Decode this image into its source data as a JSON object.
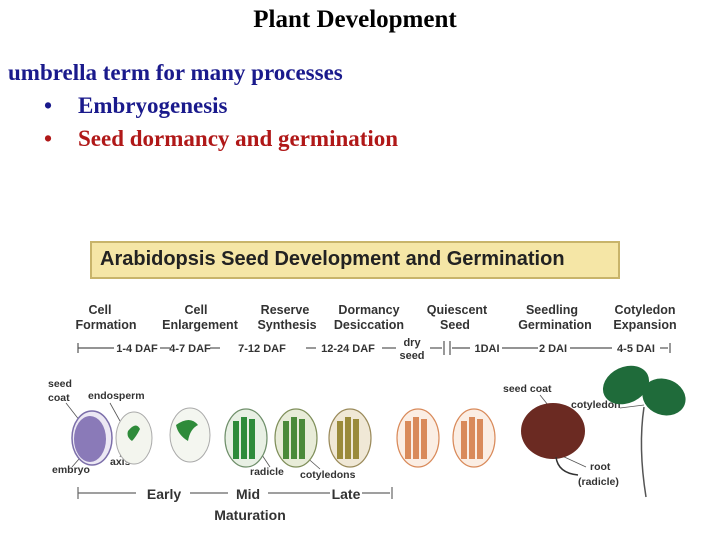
{
  "slide": {
    "title": "Plant Development",
    "subtitle": "umbrella term for many processes",
    "bullets": [
      {
        "marker": "•",
        "text": "Embryogenesis"
      },
      {
        "marker": "•",
        "text": "Seed dormancy and germination"
      }
    ]
  },
  "figure": {
    "title": "Arabidopsis Seed Development and Germination",
    "stages": [
      {
        "line1": "Cell",
        "line2": "Formation"
      },
      {
        "line1": "Cell",
        "line2": "Enlargement"
      },
      {
        "line1": "Reserve",
        "line2": "Synthesis"
      },
      {
        "line1": "Dormancy",
        "line2": "Desiccation"
      },
      {
        "line1": "Quiescent",
        "line2": "Seed"
      },
      {
        "line1": "Seedling",
        "line2": "Germination"
      },
      {
        "line1": "Cotyledon",
        "line2": "Expansion"
      }
    ],
    "timeline": {
      "t1": "1-4 DAF",
      "t2": "4-7 DAF",
      "t3": "7-12 DAF",
      "t4": "12-24 DAF",
      "dry1": "dry",
      "dry2": "seed",
      "t5": "1DAI",
      "t6": "2 DAI",
      "t7": "4-5 DAI"
    },
    "labels": {
      "seed_coat_1": "seed",
      "seed_coat_2": "coat",
      "endosperm": "endosperm",
      "embryo": "embryo",
      "axis": "axis",
      "radicle": "radicle",
      "cotyledons": "cotyledons",
      "seed_coat_right": "seed coat",
      "cotyledon_right": "cotyledon",
      "root": "root",
      "radicle_paren": "(radicle)"
    },
    "phases": {
      "early": "Early",
      "mid": "Mid",
      "late": "Late",
      "maturation": "Maturation"
    },
    "colors": {
      "title_box": "#f5e6a6",
      "seed_coat": "#8a7ab8",
      "embryo_green": "#2e8b3a",
      "mature_seed": "#d98a5a",
      "germinated_seed": "#6b2a22",
      "seedling_leaf": "#1f6b3a"
    }
  }
}
